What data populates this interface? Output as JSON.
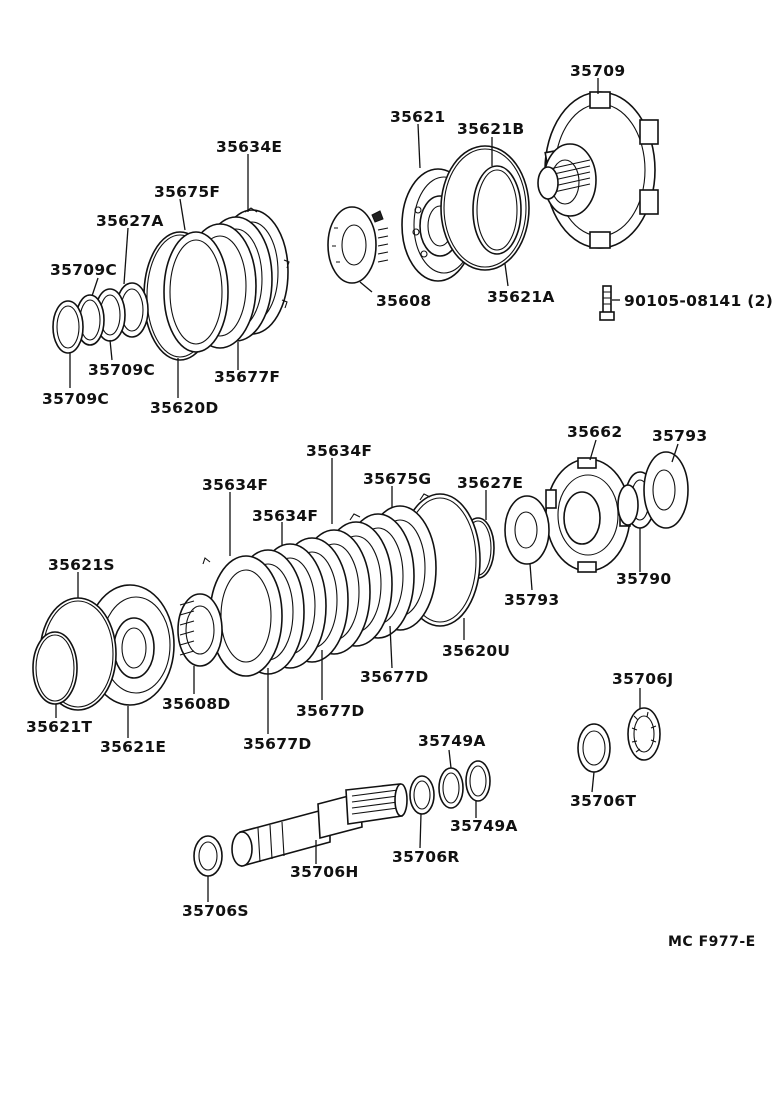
{
  "diagram": {
    "reference": "MC  F977-E",
    "labels": {
      "p35709": "35709",
      "p35621": "35621",
      "p35621B": "35621B",
      "p35634E": "35634E",
      "p35675F": "35675F",
      "p35627A": "35627A",
      "p35709C_top": "35709C",
      "p35608": "35608",
      "p35621A": "35621A",
      "p90105": "90105-08141 (2)",
      "p35709C_mid": "35709C",
      "p35677F": "35677F",
      "p35709C_bot": "35709C",
      "p35620D": "35620D",
      "p35662": "35662",
      "p35793_top": "35793",
      "p35634F_top": "35634F",
      "p35675G": "35675G",
      "p35627E": "35627E",
      "p35634F_left": "35634F",
      "p35634F_mid": "35634F",
      "p35790": "35790",
      "p35793_bot": "35793",
      "p35621S": "35621S",
      "p35620U": "35620U",
      "p35677D_right": "35677D",
      "p35706J": "35706J",
      "p35608D": "35608D",
      "p35677D_mid": "35677D",
      "p35621T": "35621T",
      "p35621E": "35621E",
      "p35677D_left": "35677D",
      "p35749A_top": "35749A",
      "p35706T": "35706T",
      "p35749A_bot": "35749A",
      "p35706R": "35706R",
      "p35706H": "35706H",
      "p35706S": "35706S"
    }
  }
}
